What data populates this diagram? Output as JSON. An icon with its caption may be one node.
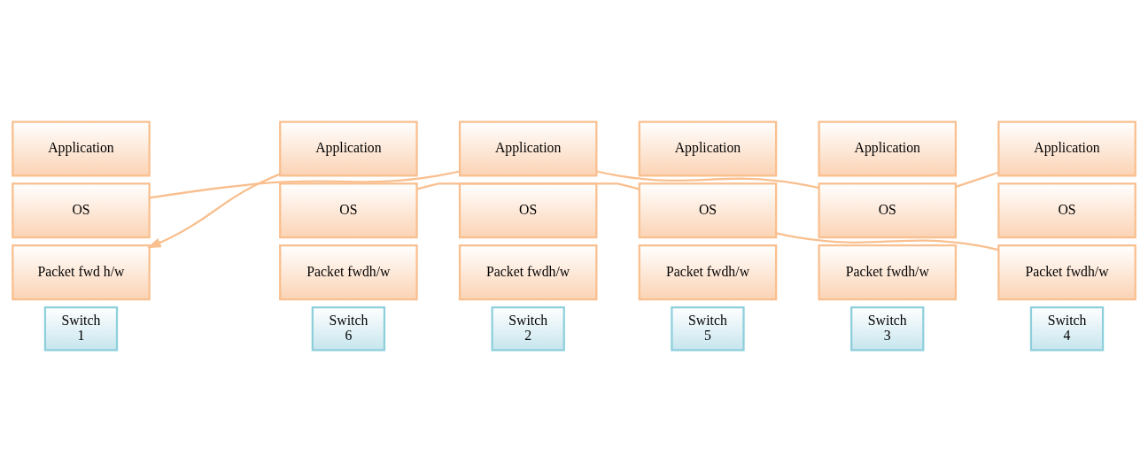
{
  "diagram": {
    "nodes": [
      {
        "text": [
          "Application"
        ]
      },
      {
        "text": [
          "OS"
        ]
      },
      {
        "text": [
          "Packet fwd h/w"
        ]
      },
      {
        "text": [
          "Switch 1"
        ]
      },
      {
        "text": [
          "Application"
        ]
      },
      {
        "text": [
          "OS"
        ]
      },
      {
        "text": [
          "Packet fwdh/w"
        ]
      },
      {
        "text": [
          "Switch 2"
        ]
      },
      {
        "text": [
          "Application"
        ]
      },
      {
        "text": [
          "OS"
        ]
      },
      {
        "text": [
          "Packet fwdh/w"
        ]
      },
      {
        "text": [
          "Switch 3"
        ]
      },
      {
        "text": [
          "Application"
        ]
      },
      {
        "text": [
          "OS"
        ]
      },
      {
        "text": [
          "Packet fwdh/w"
        ]
      },
      {
        "text": [
          "Switch 4"
        ]
      },
      {
        "text": [
          "Application"
        ]
      },
      {
        "text": [
          "OS"
        ]
      },
      {
        "text": [
          "Packet fwdh/w"
        ]
      },
      {
        "text": [
          "Switch 5"
        ]
      },
      {
        "text": [
          "Application"
        ]
      },
      {
        "text": [
          "OS"
        ]
      },
      {
        "text": [
          "Packet fwdh/w"
        ]
      },
      {
        "text": [
          "Switch 6"
        ]
      }
    ],
    "edges": [
      {
        "from": 1,
        "to": 4,
        "arrow": "none"
      },
      {
        "from": 4,
        "to": 9,
        "arrow": "none"
      },
      {
        "from": 9,
        "to": 12,
        "arrow": "none"
      },
      {
        "from": 20,
        "to": 2,
        "arrow": "to"
      },
      {
        "from": 21,
        "to": 17,
        "arrow": "none"
      },
      {
        "from": 17,
        "to": 14,
        "arrow": "none"
      }
    ]
  }
}
